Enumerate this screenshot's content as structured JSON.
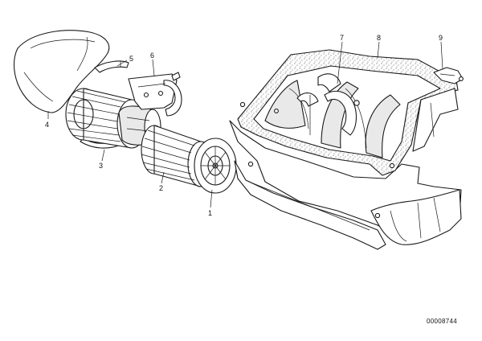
{
  "callouts": [
    {
      "id": "1",
      "label": "1"
    },
    {
      "id": "2",
      "label": "2"
    },
    {
      "id": "3",
      "label": "3"
    },
    {
      "id": "4",
      "label": "4"
    },
    {
      "id": "5",
      "label": "5"
    },
    {
      "id": "6",
      "label": "6"
    },
    {
      "id": "7",
      "label": "7"
    },
    {
      "id": "8",
      "label": "8"
    },
    {
      "id": "9",
      "label": "9"
    }
  ],
  "document_number": "00008744"
}
